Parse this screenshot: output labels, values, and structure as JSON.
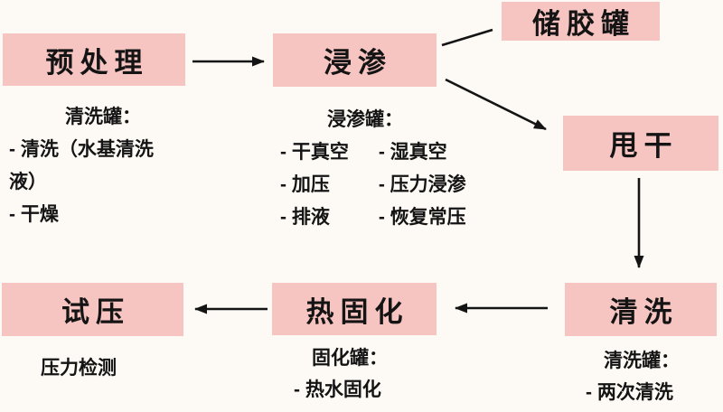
{
  "theme": {
    "background_color": "#fdf9f4",
    "box_color": "#f7c5c1",
    "text_color": "#141414"
  },
  "nodes": {
    "pretreatment": {
      "label": "预处理"
    },
    "impregnation": {
      "label": "浸渗"
    },
    "glue_tank": {
      "label": "储胶罐"
    },
    "spin_dry": {
      "label": "甩干"
    },
    "wash": {
      "label": "清洗"
    },
    "cure": {
      "label": "热固化"
    },
    "pressure_test": {
      "label": "试压"
    }
  },
  "notes": {
    "pretreatment": {
      "title": "清洗罐：",
      "lines": [
        "- 清洗（水基清洗",
        "液）",
        "- 干燥"
      ]
    },
    "impregnation": {
      "title": "浸渗罐：",
      "col1": [
        "- 干真空",
        "- 加压",
        "- 排液"
      ],
      "col2": [
        "- 湿真空",
        "- 压力浸渗",
        "- 恢复常压"
      ]
    },
    "wash": {
      "title": "清洗罐：",
      "lines": [
        "- 两次清洗"
      ]
    },
    "cure": {
      "title": "固化罐：",
      "lines": [
        "- 热水固化"
      ]
    },
    "pressure_test": {
      "lines": [
        "压力检测"
      ]
    }
  }
}
